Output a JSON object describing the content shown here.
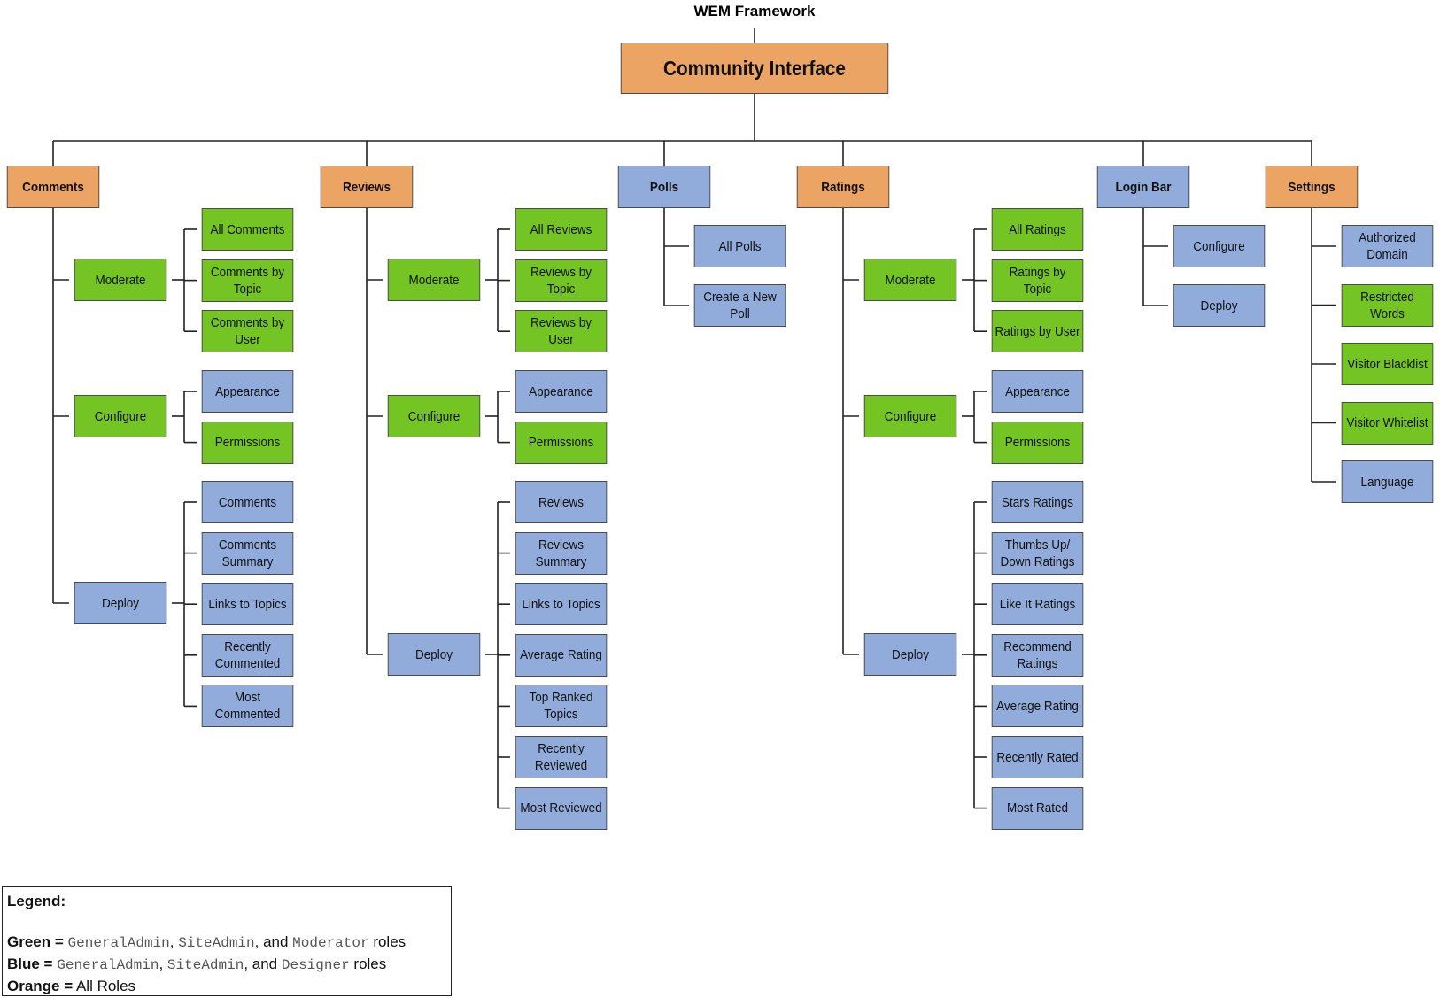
{
  "framework_label": "WEM Framework",
  "colors": {
    "orange": "#eca465",
    "green": "#74c523",
    "blue": "#91acdb",
    "line": "#222222"
  },
  "root": {
    "label": "Community Interface",
    "color": "orange"
  },
  "categories": [
    {
      "label": "Comments",
      "color": "orange",
      "children": [
        {
          "label": "Moderate",
          "color": "green",
          "children": [
            {
              "label": "All Comments",
              "color": "green"
            },
            {
              "label": "Comments by\nTopic",
              "color": "green"
            },
            {
              "label": "Comments by\nUser",
              "color": "green"
            }
          ]
        },
        {
          "label": "Configure",
          "color": "green",
          "children": [
            {
              "label": "Appearance",
              "color": "blue"
            },
            {
              "label": "Permissions",
              "color": "green"
            }
          ]
        },
        {
          "label": "Deploy",
          "color": "blue",
          "children": [
            {
              "label": "Comments",
              "color": "blue"
            },
            {
              "label": "Comments\nSummary",
              "color": "blue"
            },
            {
              "label": "Links to Topics",
              "color": "blue"
            },
            {
              "label": "Recently\nCommented",
              "color": "blue"
            },
            {
              "label": "Most\nCommented",
              "color": "blue"
            }
          ]
        }
      ]
    },
    {
      "label": "Reviews",
      "color": "orange",
      "children": [
        {
          "label": "Moderate",
          "color": "green",
          "children": [
            {
              "label": "All Reviews",
              "color": "green"
            },
            {
              "label": "Reviews by\nTopic",
              "color": "green"
            },
            {
              "label": "Reviews by\nUser",
              "color": "green"
            }
          ]
        },
        {
          "label": "Configure",
          "color": "green",
          "children": [
            {
              "label": "Appearance",
              "color": "blue"
            },
            {
              "label": "Permissions",
              "color": "green"
            }
          ]
        },
        {
          "label": "Deploy",
          "color": "blue",
          "children": [
            {
              "label": "Reviews",
              "color": "blue"
            },
            {
              "label": "Reviews\nSummary",
              "color": "blue"
            },
            {
              "label": "Links to Topics",
              "color": "blue"
            },
            {
              "label": "Average Rating",
              "color": "blue"
            },
            {
              "label": "Top Ranked\nTopics",
              "color": "blue"
            },
            {
              "label": "Recently\nReviewed",
              "color": "blue"
            },
            {
              "label": "Most Reviewed",
              "color": "blue"
            }
          ]
        }
      ]
    },
    {
      "label": "Polls",
      "color": "blue",
      "children": [
        {
          "label": "All Polls",
          "color": "blue"
        },
        {
          "label": "Create a New\nPoll",
          "color": "blue"
        }
      ]
    },
    {
      "label": "Ratings",
      "color": "orange",
      "children": [
        {
          "label": "Moderate",
          "color": "green",
          "children": [
            {
              "label": "All Ratings",
              "color": "green"
            },
            {
              "label": "Ratings by\nTopic",
              "color": "green"
            },
            {
              "label": "Ratings by User",
              "color": "green"
            }
          ]
        },
        {
          "label": "Configure",
          "color": "green",
          "children": [
            {
              "label": "Appearance",
              "color": "blue"
            },
            {
              "label": "Permissions",
              "color": "green"
            }
          ]
        },
        {
          "label": "Deploy",
          "color": "blue",
          "children": [
            {
              "label": "Stars Ratings",
              "color": "blue"
            },
            {
              "label": "Thumbs Up/\nDown Ratings",
              "color": "blue"
            },
            {
              "label": "Like It Ratings",
              "color": "blue"
            },
            {
              "label": "Recommend\nRatings",
              "color": "blue"
            },
            {
              "label": "Average Rating",
              "color": "blue"
            },
            {
              "label": "Recently Rated",
              "color": "blue"
            },
            {
              "label": "Most Rated",
              "color": "blue"
            }
          ]
        }
      ]
    },
    {
      "label": "Login Bar",
      "color": "blue",
      "children": [
        {
          "label": "Configure",
          "color": "blue"
        },
        {
          "label": "Deploy",
          "color": "blue"
        }
      ]
    },
    {
      "label": "Settings",
      "color": "orange",
      "children": [
        {
          "label": "Authorized\nDomain",
          "color": "blue"
        },
        {
          "label": "Restricted\nWords",
          "color": "green"
        },
        {
          "label": "Visitor Blacklist",
          "color": "green"
        },
        {
          "label": "Visitor Whitelist",
          "color": "green"
        },
        {
          "label": "Language",
          "color": "blue"
        }
      ]
    }
  ],
  "legend": {
    "title": "Legend:",
    "entries": [
      {
        "color_name": "Green =",
        "roles": [
          "GeneralAdmin",
          "SiteAdmin",
          "Moderator"
        ],
        "sep1": ", ",
        "sep2": ", and ",
        "suffix": " roles"
      },
      {
        "color_name": "Blue =",
        "roles": [
          "GeneralAdmin",
          "SiteAdmin",
          "Designer"
        ],
        "sep1": ", ",
        "sep2": ", and ",
        "suffix": " roles"
      },
      {
        "color_name": "Orange =",
        "text": " All Roles"
      }
    ]
  }
}
